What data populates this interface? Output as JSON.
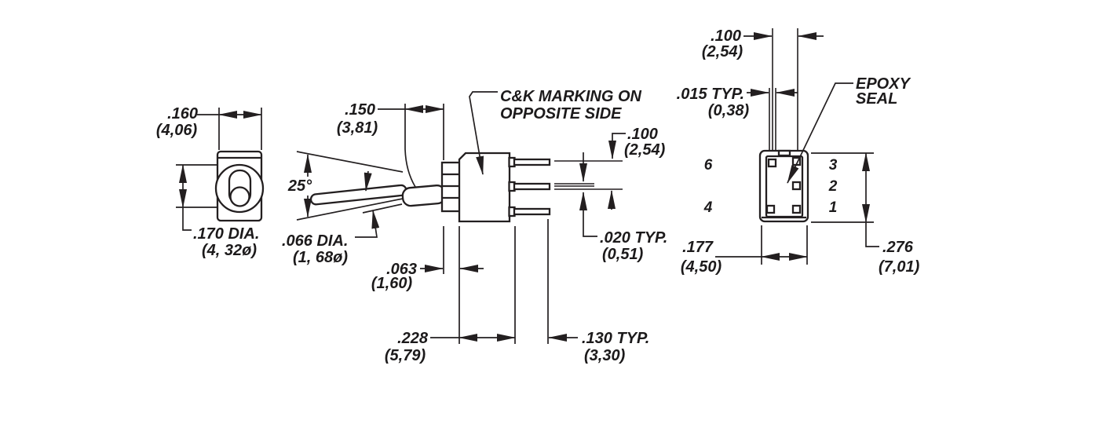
{
  "drawing": {
    "top_view": {
      "width_dim": {
        "inches": ".160",
        "mm": "(4,06)"
      },
      "toggle_dia_dim": {
        "inches": ".170 DIA.",
        "mm": "(4, 32ø)"
      }
    },
    "side_view": {
      "marking_note": {
        "line1": "C&K MARKING ON",
        "line2": "OPPOSITE SIDE"
      },
      "bushing_dim": {
        "inches": ".150",
        "mm": "(3,81)"
      },
      "throw_angle": "25°",
      "actuator_dia_dim": {
        "inches": ".066 DIA.",
        "mm": "(1, 68ø)"
      },
      "terminal_pitch_dim": {
        "inches": ".100",
        "mm": "(2,54)"
      },
      "terminal_thick_dim": {
        "inches": ".020 TYP.",
        "mm": "(0,51)"
      },
      "bushing_face_dim": {
        "inches": ".063",
        "mm": "(1,60)"
      },
      "body_depth_dim": {
        "inches": ".228",
        "mm": "(5,79)"
      },
      "terminal_len_dim": {
        "inches": ".130 TYP.",
        "mm": "(3,30)"
      }
    },
    "bottom_view": {
      "epoxy_note": {
        "line1": "EPOXY",
        "line2": "SEAL"
      },
      "terminal_space_dim": {
        "inches": ".100",
        "mm": "(2,54)"
      },
      "terminal_width_dim": {
        "inches": ".015 TYP.",
        "mm": "(0,38)"
      },
      "body_width_dim": {
        "inches": ".177",
        "mm": "(4,50)"
      },
      "body_length_dim": {
        "inches": ".276",
        "mm": "(7,01)"
      },
      "pins": [
        "6",
        "4",
        "3",
        "2",
        "1"
      ]
    },
    "colors": {
      "line": "#231f20",
      "background": "#ffffff"
    }
  }
}
